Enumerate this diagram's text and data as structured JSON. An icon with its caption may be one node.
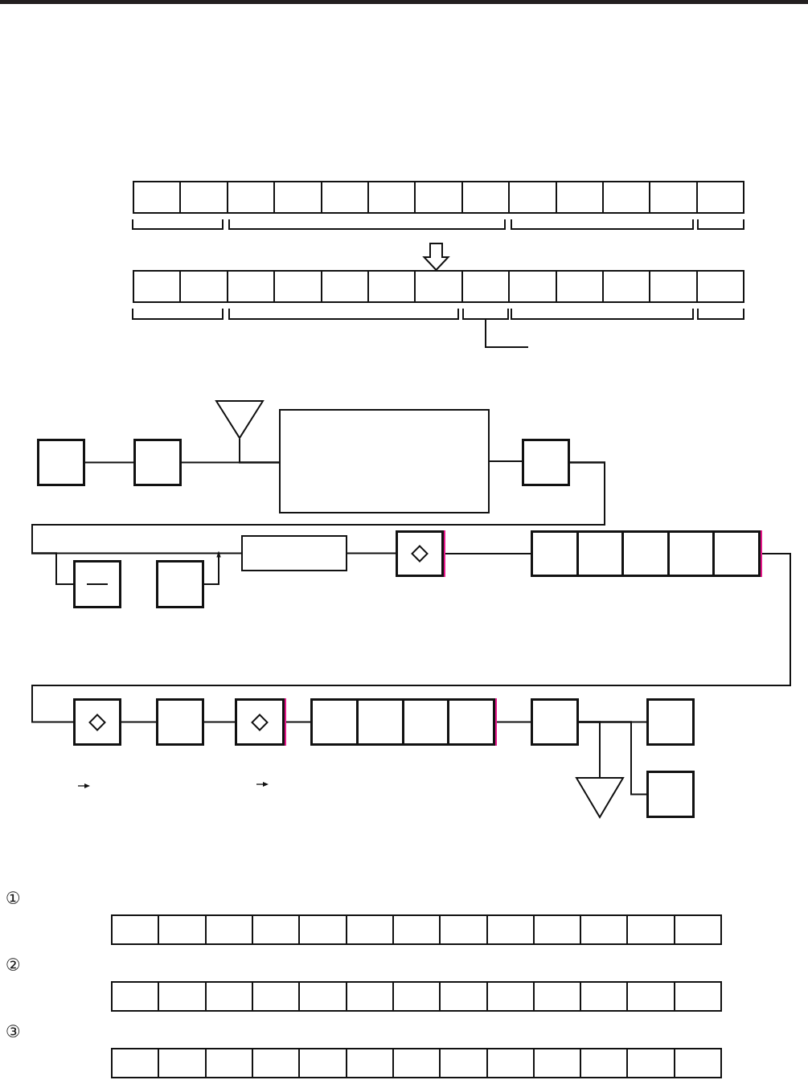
{
  "diagram": {
    "nodes": [
      {
        "text": [],
        "shape": "box"
      },
      {
        "text": [],
        "shape": "box"
      },
      {
        "text": [],
        "shape": "box"
      },
      {
        "text": [],
        "shape": "box"
      },
      {
        "text": [],
        "shape": "triangle"
      },
      {
        "text": [],
        "shape": "box"
      },
      {
        "text": [],
        "shape": "box"
      },
      {
        "text": [],
        "shape": "box"
      },
      {
        "text": [],
        "shape": "box"
      },
      {
        "text": [],
        "shape": "box"
      },
      {
        "text": [],
        "shape": "box"
      },
      {
        "text": [],
        "shape": "box"
      },
      {
        "text": [],
        "shape": "box"
      },
      {
        "text": [],
        "shape": "box"
      },
      {
        "text": [],
        "shape": "box"
      },
      {
        "text": [],
        "shape": "box"
      },
      {
        "text": [],
        "shape": "box"
      },
      {
        "text": [],
        "shape": "box"
      },
      {
        "text": [],
        "shape": "triangle"
      },
      {
        "text": [],
        "shape": "box"
      }
    ],
    "edges": [
      {
        "from": null,
        "to": 1,
        "arrow": "to"
      },
      {
        "from": 2,
        "to": 3,
        "arrow": "none"
      },
      {
        "from": 3,
        "to": 5,
        "arrow": "none"
      },
      {
        "from": 4,
        "to": 5,
        "arrow": "none"
      },
      {
        "from": 5,
        "to": 6,
        "arrow": "none"
      },
      {
        "from": 6,
        "to": 9,
        "arrow": "none"
      },
      {
        "from": 6,
        "to": 7,
        "arrow": "none"
      },
      {
        "from": 8,
        "to": null,
        "arrow": "to"
      },
      {
        "from": 9,
        "to": 10,
        "arrow": "none"
      },
      {
        "from": 10,
        "to": 11,
        "arrow": "none"
      },
      {
        "from": 11,
        "to": 12,
        "arrow": "none"
      },
      {
        "from": 12,
        "to": 13,
        "arrow": "none"
      },
      {
        "from": 13,
        "to": 14,
        "arrow": "none"
      },
      {
        "from": 14,
        "to": 15,
        "arrow": "none"
      },
      {
        "from": 15,
        "to": 16,
        "arrow": "none"
      },
      {
        "from": 16,
        "to": 17,
        "arrow": "none"
      },
      {
        "from": 16,
        "to": 18,
        "arrow": "none"
      },
      {
        "from": 16,
        "to": 19,
        "arrow": "none"
      }
    ],
    "labels": [
      "①",
      "②",
      "③"
    ]
  }
}
